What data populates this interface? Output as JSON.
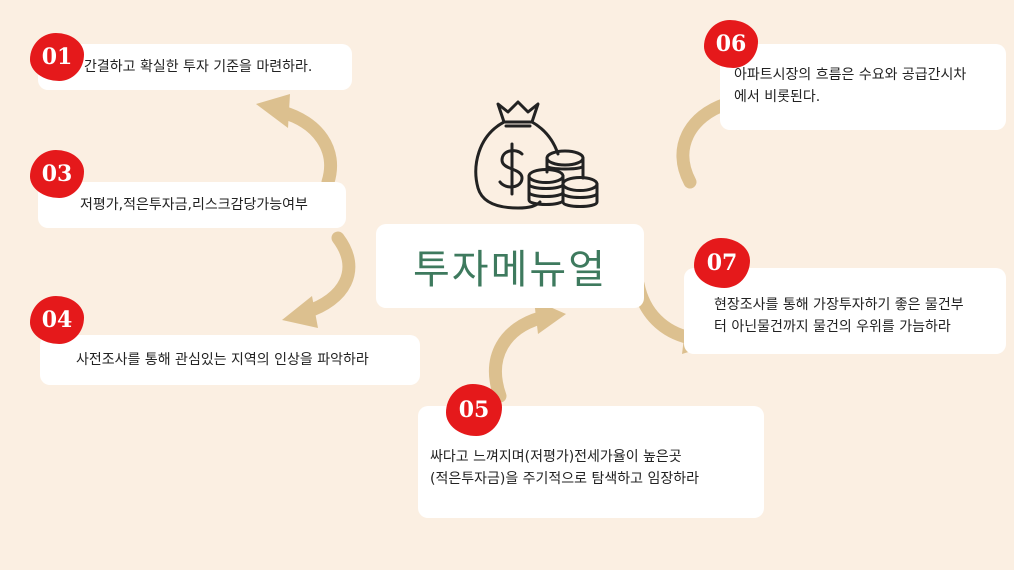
{
  "title": "투자메뉴얼",
  "colors": {
    "background": "#fbefe2",
    "card": "#ffffff",
    "badge": "#e5191b",
    "arrow": "#dcc08f",
    "title": "#3e7a5e"
  },
  "icon": "money-bag-coins-icon",
  "steps": [
    {
      "id": "01",
      "number": "01",
      "lines": [
        "간결하고 확실한 투자 기준을 마련하라."
      ]
    },
    {
      "id": "03",
      "number": "03",
      "lines": [
        "저평가,적은투자금,리스크감당가능여부"
      ]
    },
    {
      "id": "04",
      "number": "04",
      "lines": [
        "사전조사를 통해 관심있는 지역의 인상을 파악하라"
      ]
    },
    {
      "id": "05",
      "number": "05",
      "lines": [
        "싸다고 느껴지며(저평가)전세가율이 높은곳",
        "(적은투자금)을 주기적으로 탐색하고 임장하라"
      ]
    },
    {
      "id": "06",
      "number": "06",
      "lines": [
        "아파트시장의 흐름은 수요와 공급간시차",
        "에서 비롯된다."
      ]
    },
    {
      "id": "07",
      "number": "07",
      "lines": [
        "현장조사를 통해 가장투자하기 좋은 물건부",
        "터 아닌물건까지 물건의 우위를 가늠하라"
      ]
    }
  ]
}
